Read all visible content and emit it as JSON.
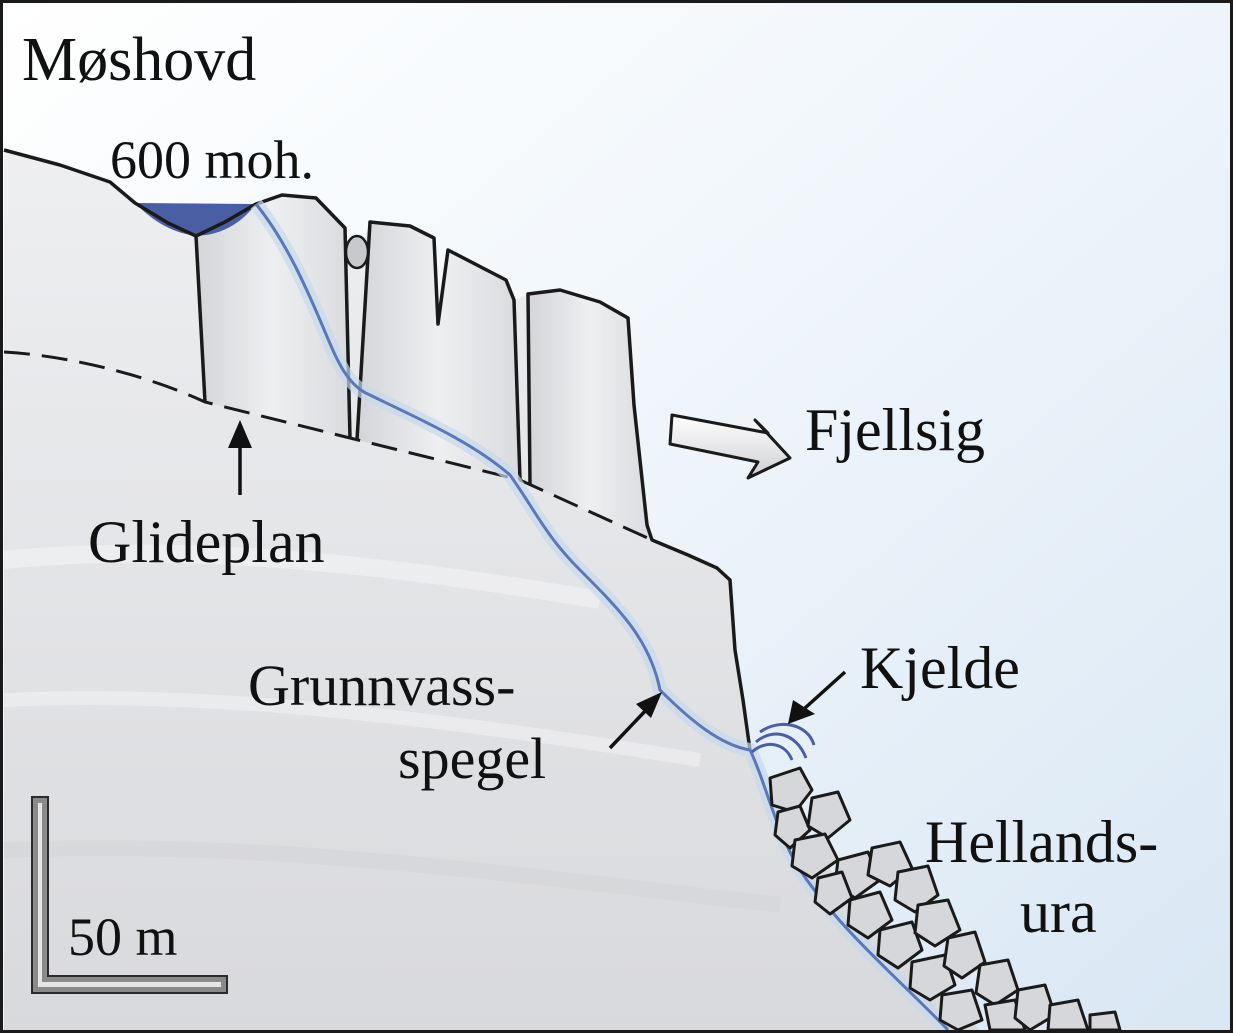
{
  "labels": {
    "location": "Møshovd",
    "elevation": "600 moh.",
    "movement": "Fjellsig",
    "slip_plane": "Glideplan",
    "groundwater_line1": "Grunnvass-",
    "groundwater_line2": "spegel",
    "spring": "Kjelde",
    "scree_line1": "Hellands-",
    "scree_line2": "ura",
    "scale": "50 m"
  },
  "colors": {
    "sky_light": "#ffffff",
    "sky_blue": "#e3eef8",
    "rock_grey": "#e6e7e9",
    "block_grey": "#dcdde0",
    "water_blue": "#4a5ea4",
    "groundwater_line": "#5b78b6",
    "outline": "#1a1a1a",
    "scale_bar": "#8a8a8a"
  },
  "icons": {
    "movement_arrow": "right-arrow-icon",
    "pointer_arrows": "arrow-icon",
    "spring_marks": "water-spring-icon",
    "scale_bar": "l-shaped-scale-bar-icon"
  }
}
